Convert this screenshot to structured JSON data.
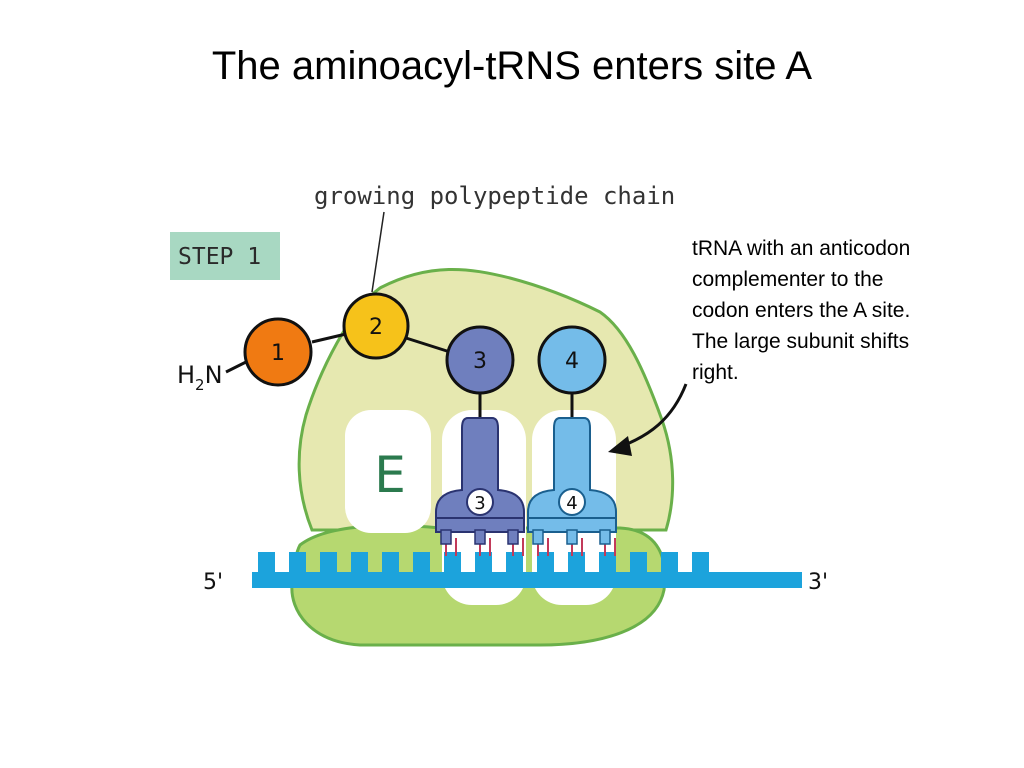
{
  "title": "The aminoacyl-tRNS enters site A",
  "diagram": {
    "top_label": "growing polypeptide chain",
    "step_label": "STEP 1",
    "amino_group": {
      "main": "H",
      "sub": "2",
      "tail": "N"
    },
    "amino_acids": [
      "1",
      "2",
      "3",
      "4"
    ],
    "anticodons": [
      "3",
      "4"
    ],
    "exit_site": "E",
    "end_5": "5'",
    "end_3": "3'"
  },
  "caption": {
    "lines": [
      "tRNA with an anticodon",
      "complementer to the",
      "codon enters the A site.",
      "The large subunit shifts",
      "right."
    ]
  },
  "colors": {
    "ribosome_large": "#e6e8b0",
    "ribosome_small": "#b6d870",
    "ribosome_border": "#6ab04a",
    "mrna": "#1ca3dc",
    "aa1": "#f07a12",
    "aa2": "#f6c21a",
    "trna_p": "#6f7fbe",
    "trna_a": "#74bce9",
    "step_bg": "#a8d8c2"
  }
}
